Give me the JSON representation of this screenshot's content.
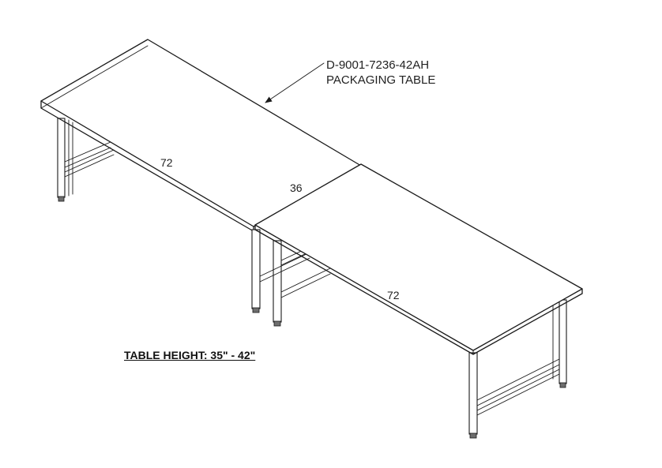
{
  "callout": {
    "part_number": "D-9001-7236-42AH",
    "description": "PACKAGING TABLE"
  },
  "dimensions": {
    "table1_length": "72",
    "joint_width": "36",
    "table2_length": "72"
  },
  "note": {
    "height": "TABLE HEIGHT: 35\" - 42\""
  }
}
